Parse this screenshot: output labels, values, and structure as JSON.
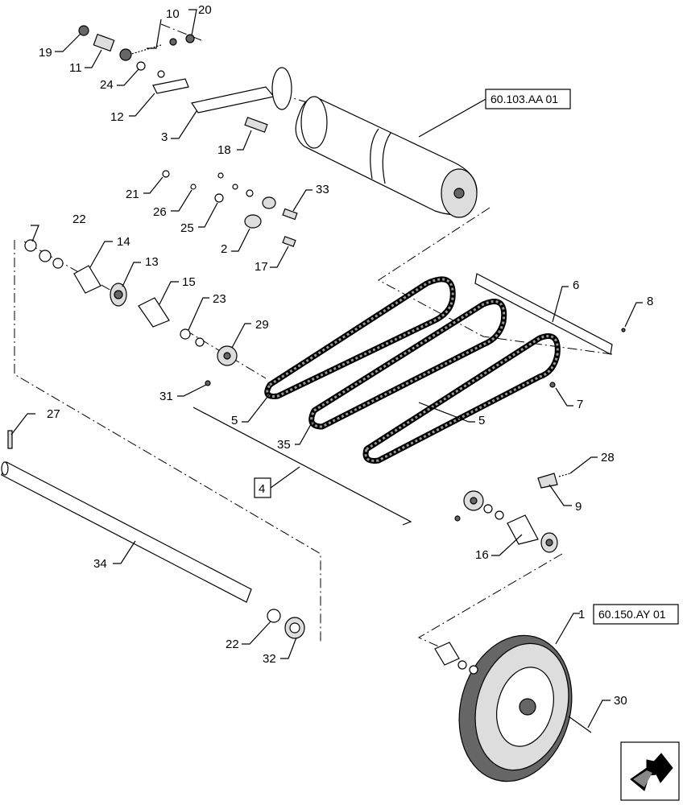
{
  "callouts": [
    "1",
    "2",
    "3",
    "4",
    "5",
    "5",
    "6",
    "7",
    "8",
    "9",
    "10",
    "11",
    "12",
    "13",
    "14",
    "15",
    "16",
    "17",
    "18",
    "19",
    "20",
    "21",
    "22",
    "22",
    "23",
    "24",
    "25",
    "26",
    "27",
    "28",
    "29",
    "30",
    "31",
    "32",
    "33",
    "34",
    "35"
  ],
  "references": {
    "upper": "60.103.AA 01",
    "lower": "60.150.AY 01"
  },
  "nav_icon": "arrow-icon"
}
